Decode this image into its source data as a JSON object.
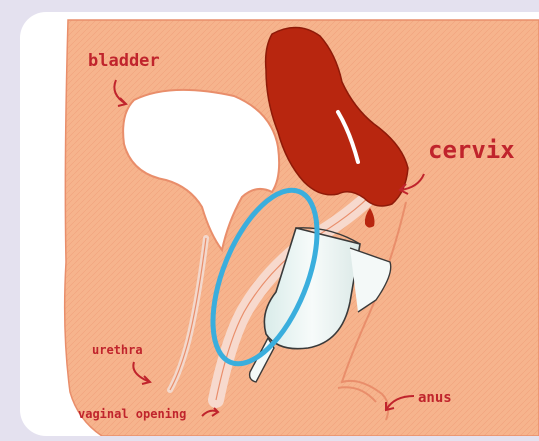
{
  "diagram": {
    "labels": {
      "bladder": "bladder",
      "cervix": "cervix",
      "urethra": "urethra",
      "vaginal_opening": "vaginal opening",
      "anus": "anus"
    },
    "colors": {
      "background": "#e4e1ef",
      "card": "#ffffff",
      "tissue": "#f6b48d",
      "tissue_outline": "#e98e6b",
      "uterus": "#b8260f",
      "label_text": "#c0242c",
      "highlight_ring": "#3aaedd",
      "cup_body": "#eef6f5"
    },
    "icons": [
      "menstrual-cup-icon",
      "highlight-ellipse"
    ]
  }
}
